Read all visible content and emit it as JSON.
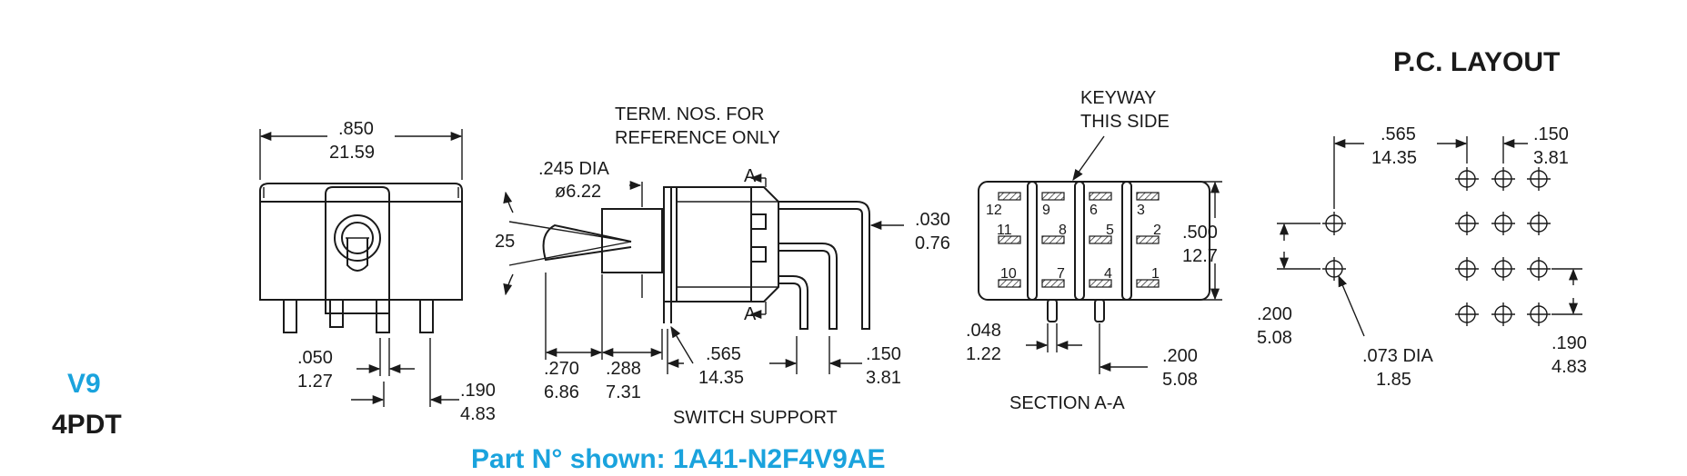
{
  "title": "P.C. LAYOUT",
  "series_code": "V9",
  "pole_config": "4PDT",
  "part_number": "Part N° shown: 1A41-N2F4V9AE",
  "colors": {
    "accent": "#1aa3dd",
    "ink": "#1a1a1a"
  },
  "front_view": {
    "width_in": ".850",
    "width_mm": "21.59",
    "pin_in": ".050",
    "pin_mm": "1.27",
    "pitch_in": ".190",
    "pitch_mm": "4.83"
  },
  "side_view": {
    "note_line1": "TERM. NOS. FOR",
    "note_line2": "REFERENCE ONLY",
    "bushing_dia_in": ".245 DIA",
    "bushing_dia_mm": "ø6.22",
    "angle": "25",
    "section_marker": "A",
    "term_in": ".030",
    "term_mm": "0.76",
    "d1_in": ".270",
    "d1_mm": "6.86",
    "d2_in": ".288",
    "d2_mm": "7.31",
    "d3_in": ".565",
    "d3_mm": "14.35",
    "d4_in": ".150",
    "d4_mm": "3.81",
    "support_label": "SWITCH SUPPORT"
  },
  "section_view": {
    "keyway_line1": "KEYWAY",
    "keyway_line2": "THIS SIDE",
    "height_in": ".500",
    "height_mm": "12.7",
    "terminals": [
      "12",
      "9",
      "6",
      "3",
      "11",
      "8",
      "5",
      "2",
      "10",
      "7",
      "4",
      "1"
    ],
    "pin_in": ".048",
    "pin_mm": "1.22",
    "spacing_in": ".200",
    "spacing_mm": "5.08",
    "label": "SECTION A-A"
  },
  "pc_layout": {
    "h_in": ".565",
    "h_mm": "14.35",
    "col_in": ".150",
    "col_mm": "3.81",
    "v_in": ".200",
    "v_mm": "5.08",
    "hole_in": ".073 DIA",
    "hole_mm": "1.85",
    "row_in": ".190",
    "row_mm": "4.83"
  }
}
